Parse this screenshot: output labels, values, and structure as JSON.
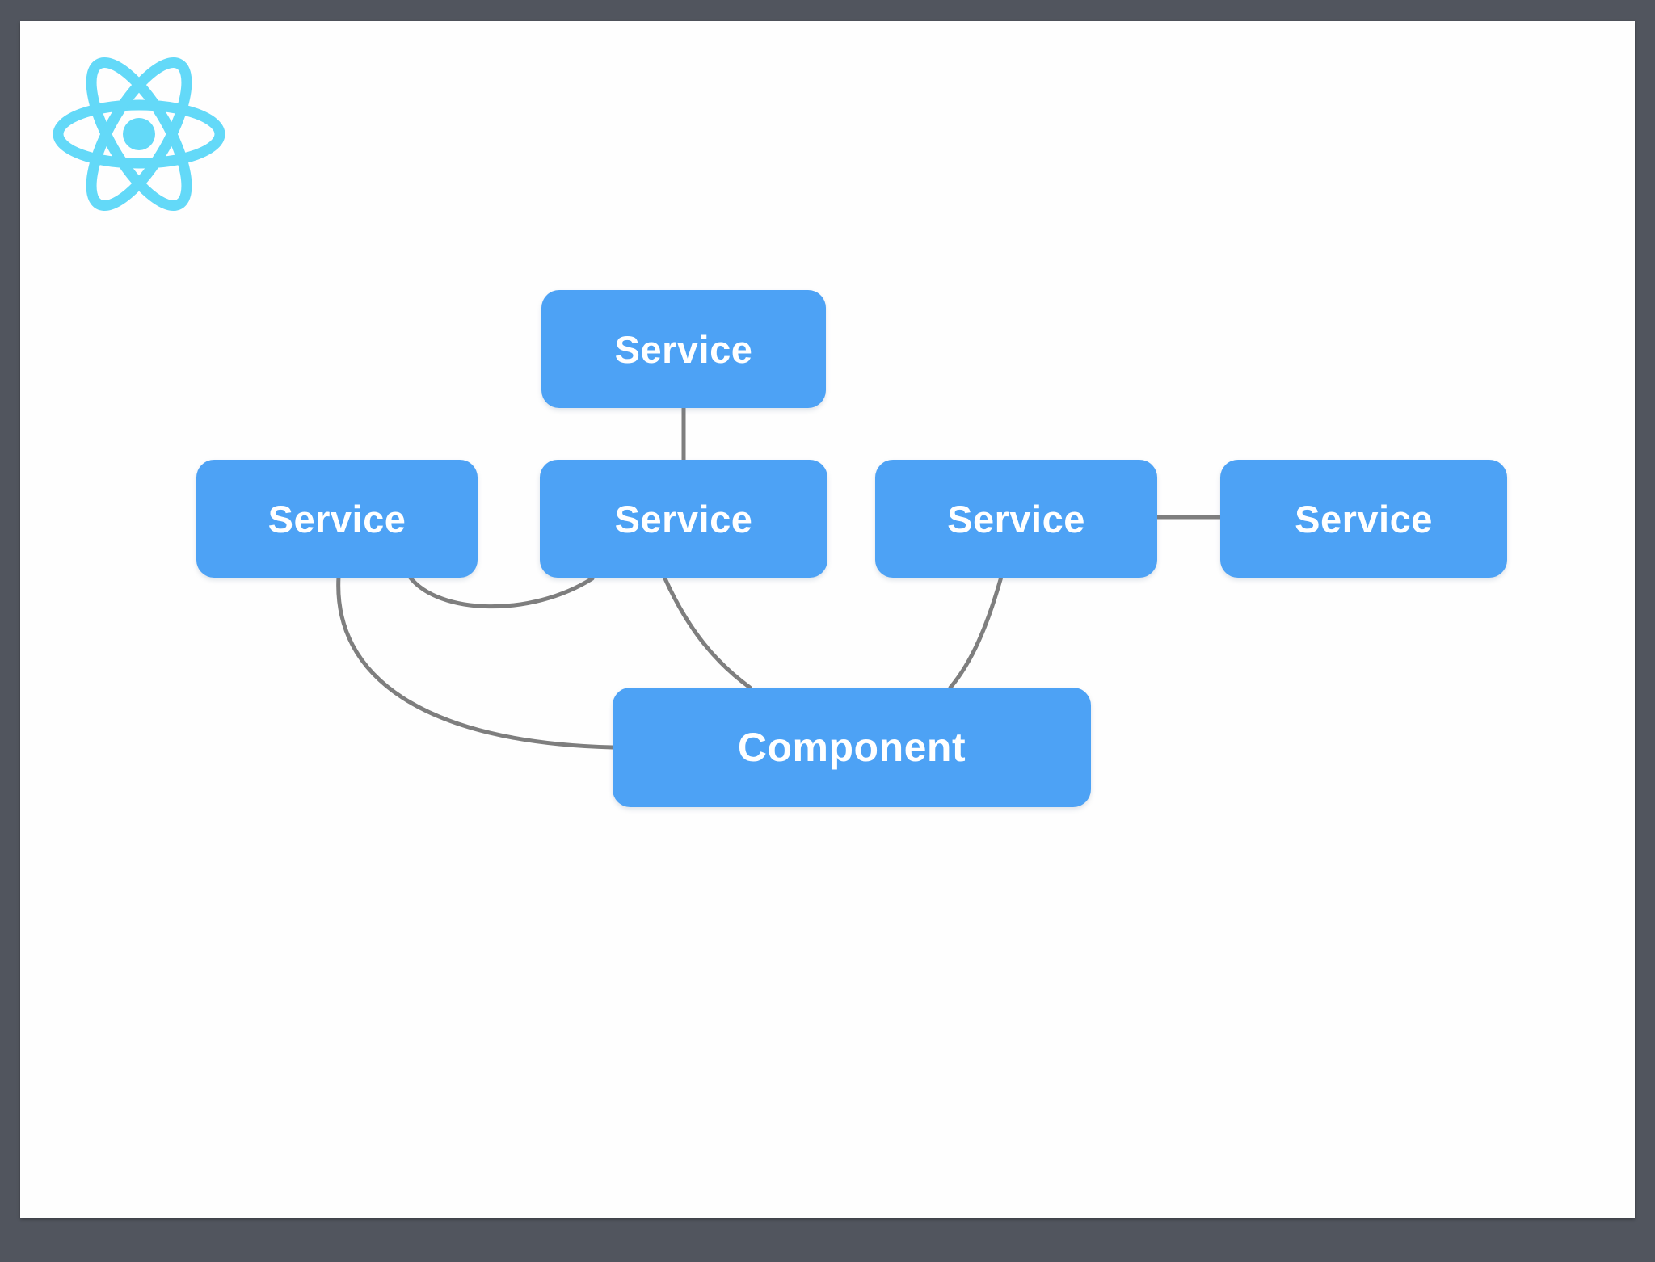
{
  "slide": {
    "background_color": "#fefefe",
    "frame_color": "#51555e"
  },
  "logo": {
    "name": "react-logo",
    "color": "#63d9f8"
  },
  "diagram": {
    "node_fill_color": "#4da2f5",
    "node_text_color": "#ffffff",
    "connector_color": "#7e7e7e",
    "nodes": [
      {
        "id": "service-top",
        "label": "Service"
      },
      {
        "id": "service-left",
        "label": "Service"
      },
      {
        "id": "service-middle",
        "label": "Service"
      },
      {
        "id": "service-right",
        "label": "Service"
      },
      {
        "id": "service-far-right",
        "label": "Service"
      },
      {
        "id": "component",
        "label": "Component"
      }
    ],
    "edges": [
      {
        "from": "service-top",
        "to": "service-middle"
      },
      {
        "from": "service-left",
        "to": "service-middle"
      },
      {
        "from": "service-left",
        "to": "component"
      },
      {
        "from": "service-middle",
        "to": "component"
      },
      {
        "from": "service-right",
        "to": "component"
      },
      {
        "from": "service-right",
        "to": "service-far-right"
      }
    ]
  }
}
